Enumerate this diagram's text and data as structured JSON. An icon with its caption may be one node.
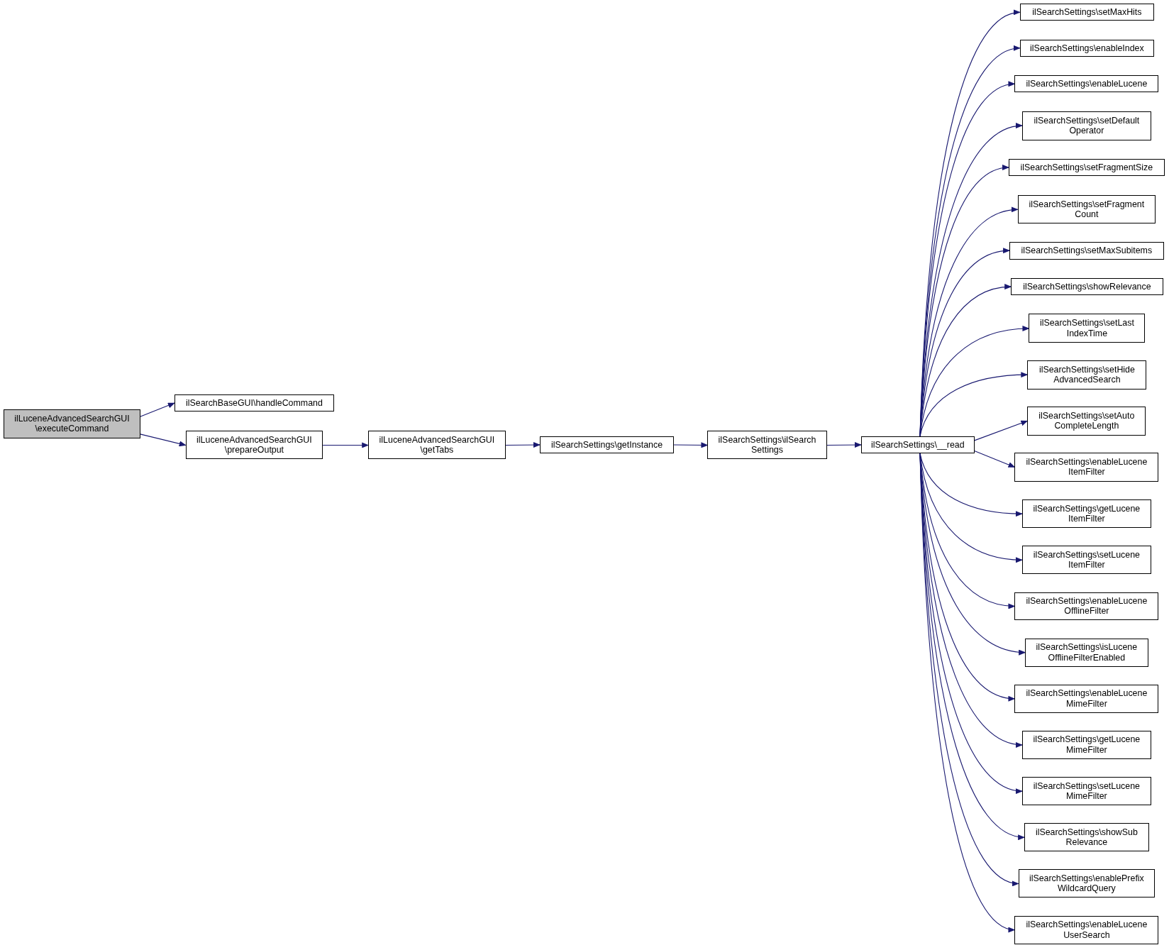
{
  "diagram": {
    "nodes": [
      {
        "text": [
          "ilLuceneAdvancedSearchGUI \\executeCommand"
        ]
      },
      {
        "text": [
          "ilSearchBaseGUI\\handleCommand"
        ]
      },
      {
        "text": [
          "ilLuceneAdvancedSearchGUI \\prepareOutput"
        ]
      },
      {
        "text": [
          "ilLuceneAdvancedSearchGUI \\getTabs"
        ]
      },
      {
        "text": [
          "ilSearchSettings\\getInstance"
        ]
      },
      {
        "text": [
          "ilSearchSettings\\ilSearch Settings"
        ]
      },
      {
        "text": [
          "ilSearchSettings\\__read"
        ]
      },
      {
        "text": [
          "ilSearchSettings\\setMaxHits"
        ]
      },
      {
        "text": [
          "ilSearchSettings\\enableIndex"
        ]
      },
      {
        "text": [
          "ilSearchSettings\\enableLucene"
        ]
      },
      {
        "text": [
          "ilSearchSettings\\setDefault Operator"
        ]
      },
      {
        "text": [
          "ilSearchSettings\\setFragmentSize"
        ]
      },
      {
        "text": [
          "ilSearchSettings\\setFragment Count"
        ]
      },
      {
        "text": [
          "ilSearchSettings\\setMaxSubitems"
        ]
      },
      {
        "text": [
          "ilSearchSettings\\showRelevance"
        ]
      },
      {
        "text": [
          "ilSearchSettings\\setLast IndexTime"
        ]
      },
      {
        "text": [
          "ilSearchSettings\\setHide AdvancedSearch"
        ]
      },
      {
        "text": [
          "ilSearchSettings\\setAuto CompleteLength"
        ]
      },
      {
        "text": [
          "ilSearchSettings\\enableLucene ItemFilter"
        ]
      },
      {
        "text": [
          "ilSearchSettings\\getLucene ItemFilter"
        ]
      },
      {
        "text": [
          "ilSearchSettings\\setLucene ItemFilter"
        ]
      },
      {
        "text": [
          "ilSearchSettings\\enableLucene OfflineFilter"
        ]
      },
      {
        "text": [
          "ilSearchSettings\\isLucene OfflineFilterEnabled"
        ]
      },
      {
        "text": [
          "ilSearchSettings\\enableLucene MimeFilter"
        ]
      },
      {
        "text": [
          "ilSearchSettings\\getLucene MimeFilter"
        ]
      },
      {
        "text": [
          "ilSearchSettings\\setLucene MimeFilter"
        ]
      },
      {
        "text": [
          "ilSearchSettings\\showSub Relevance"
        ]
      },
      {
        "text": [
          "ilSearchSettings\\enablePrefix WildcardQuery"
        ]
      },
      {
        "text": [
          "ilSearchSettings\\enableLucene UserSearch"
        ]
      }
    ],
    "edges": [
      {
        "from": 0,
        "to": 1,
        "arrow": "to"
      },
      {
        "from": 0,
        "to": 2,
        "arrow": "to"
      },
      {
        "from": 2,
        "to": 3,
        "arrow": "to"
      },
      {
        "from": 3,
        "to": 4,
        "arrow": "to"
      },
      {
        "from": 4,
        "to": 5,
        "arrow": "to"
      },
      {
        "from": 5,
        "to": 6,
        "arrow": "to"
      },
      {
        "from": 6,
        "to": 7,
        "arrow": "to"
      },
      {
        "from": 6,
        "to": 8,
        "arrow": "to"
      },
      {
        "from": 6,
        "to": 9,
        "arrow": "to"
      },
      {
        "from": 6,
        "to": 10,
        "arrow": "to"
      },
      {
        "from": 6,
        "to": 11,
        "arrow": "to"
      },
      {
        "from": 6,
        "to": 12,
        "arrow": "to"
      },
      {
        "from": 6,
        "to": 13,
        "arrow": "to"
      },
      {
        "from": 6,
        "to": 14,
        "arrow": "to"
      },
      {
        "from": 6,
        "to": 15,
        "arrow": "to"
      },
      {
        "from": 6,
        "to": 16,
        "arrow": "to"
      },
      {
        "from": 6,
        "to": 17,
        "arrow": "to"
      },
      {
        "from": 6,
        "to": 18,
        "arrow": "to"
      },
      {
        "from": 6,
        "to": 19,
        "arrow": "to"
      },
      {
        "from": 6,
        "to": 20,
        "arrow": "to"
      },
      {
        "from": 6,
        "to": 21,
        "arrow": "to"
      },
      {
        "from": 6,
        "to": 22,
        "arrow": "to"
      },
      {
        "from": 6,
        "to": 23,
        "arrow": "to"
      },
      {
        "from": 6,
        "to": 24,
        "arrow": "to"
      },
      {
        "from": 6,
        "to": 25,
        "arrow": "to"
      },
      {
        "from": 6,
        "to": 26,
        "arrow": "to"
      },
      {
        "from": 6,
        "to": 27,
        "arrow": "to"
      },
      {
        "from": 6,
        "to": 28,
        "arrow": "to"
      }
    ]
  }
}
